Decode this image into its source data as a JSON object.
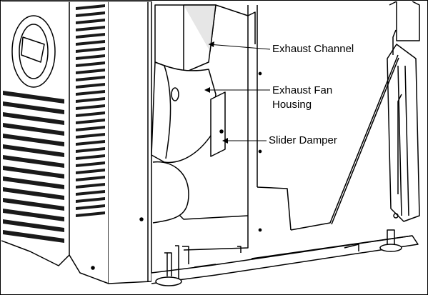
{
  "callouts": {
    "exhaust_channel": "Exhaust Channel",
    "exhaust_fan_housing_line1": "Exhaust Fan",
    "exhaust_fan_housing_line2": "Housing",
    "slider_damper": "Slider Damper"
  },
  "colors": {
    "outline": "#000000",
    "background": "#ffffff",
    "vent_dark": "#1a1a1a",
    "shade": "#e6e6e6"
  }
}
